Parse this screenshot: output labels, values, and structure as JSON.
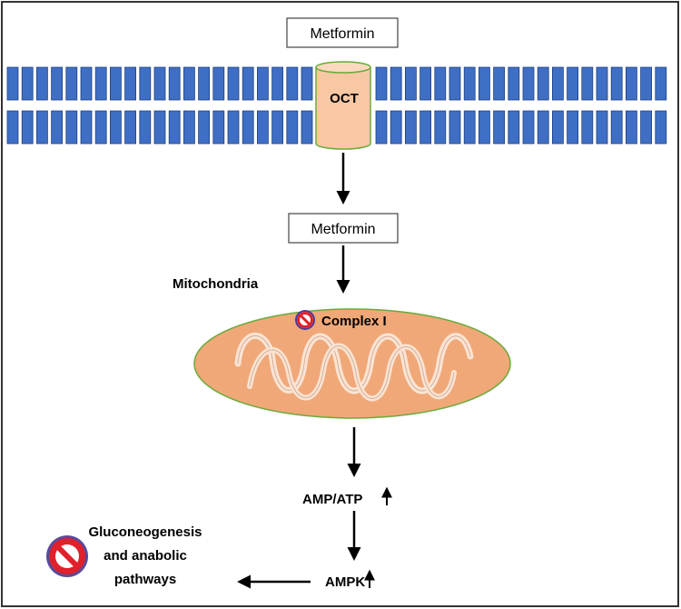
{
  "labels": {
    "metformin_outside": "Metformin",
    "transporter": "OCT",
    "metformin_inside": "Metformin",
    "mitochondria": "Mitochondria",
    "complex": "Complex I",
    "amp_atp": "AMP/ATP",
    "ampk": "AMPK",
    "outcome_line1": "Gluconeogenesis",
    "outcome_line2": "and anabolic",
    "outcome_line3": "pathways"
  },
  "indicators": {
    "amp_atp": "up",
    "ampk": "up"
  },
  "icons": {
    "inhibit_complex": "prohibition-icon",
    "inhibit_outcome": "prohibition-icon"
  },
  "colors": {
    "membrane_blue": "#3f6fc4",
    "transporter_fill": "#f8c8a4",
    "transporter_stroke": "#6aaa3a",
    "mitochondrion_fill": "#f0a878",
    "mitochondrion_stroke": "#6aaa3a",
    "prohibit_red": "#e0202a",
    "prohibit_ring": "#4b3a9a"
  }
}
